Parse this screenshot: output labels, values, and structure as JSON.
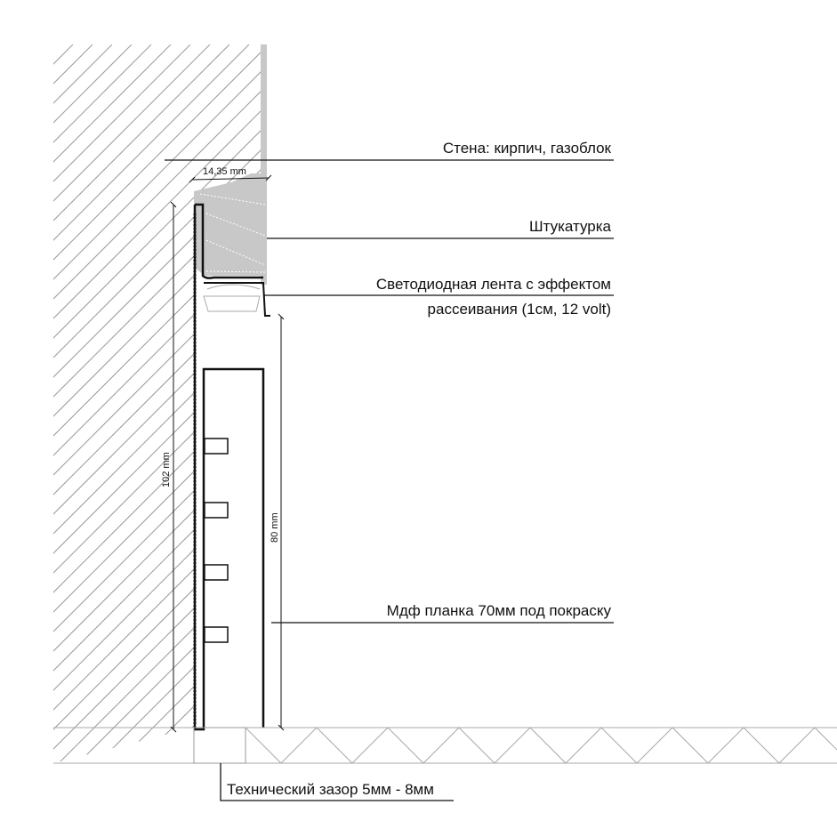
{
  "labels": {
    "wall": "Стена: кирпич, газоблок",
    "plaster": "Штукатурка",
    "led_line1": "Светодиодная лента с эффектом",
    "led_line2": "рассеивания (1см, 12 volt)",
    "mdf": "Мдф планка 70мм под покраску",
    "gap": "Технический зазор 5мм - 8мм"
  },
  "dimensions": {
    "width": "14,35 mm",
    "height_total": "102 mm",
    "height_mdf": "80 mm"
  },
  "colors": {
    "hatch": "#9a9a9a",
    "plaster": "#c8c8c8",
    "line": "#111111"
  }
}
